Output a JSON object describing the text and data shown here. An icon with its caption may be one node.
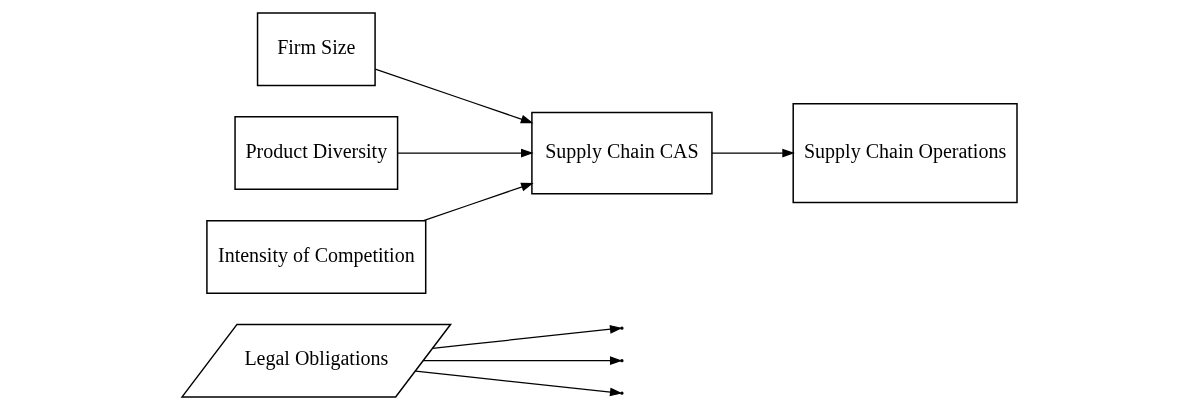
{
  "diagram": {
    "nodes": [
      {
        "text": [
          "Legal Obligations"
        ]
      },
      {
        "text": [
          "Firm Size"
        ]
      },
      {
        "text": [
          "Product Diversity"
        ]
      },
      {
        "text": [
          "Intensity of Competition"
        ]
      },
      {
        "text": [
          "Supply Chain CAS"
        ]
      },
      {
        "text": [
          "Supply Chain Operations"
        ]
      }
    ],
    "edges": [
      {
        "from": 1,
        "to": 4,
        "arrow": "to"
      },
      {
        "from": 2,
        "to": 4,
        "arrow": "to"
      },
      {
        "from": 3,
        "to": 4,
        "arrow": "to"
      },
      {
        "from": 4,
        "to": 5,
        "arrow": "to"
      },
      {
        "from": 0,
        "to": null,
        "arrow": "to"
      },
      {
        "from": 0,
        "to": null,
        "arrow": "to"
      },
      {
        "from": 0,
        "to": null,
        "arrow": "to"
      }
    ]
  }
}
